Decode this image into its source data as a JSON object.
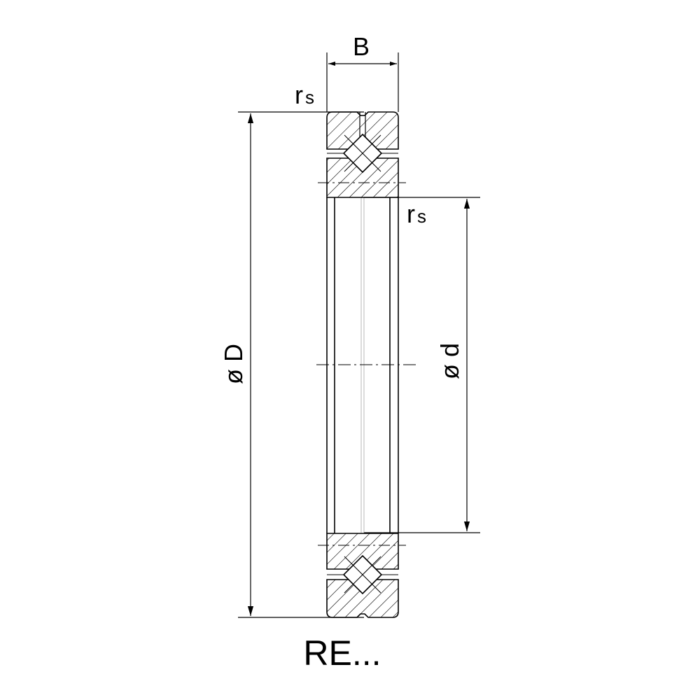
{
  "labels": {
    "width": "B",
    "fillet_main": "r",
    "fillet_sub": "s",
    "outer_diameter": "ø D",
    "inner_diameter": "ø d",
    "caption": "RE..."
  },
  "colors": {
    "line": "#000000",
    "hatch": "#000000",
    "background": "#ffffff"
  }
}
